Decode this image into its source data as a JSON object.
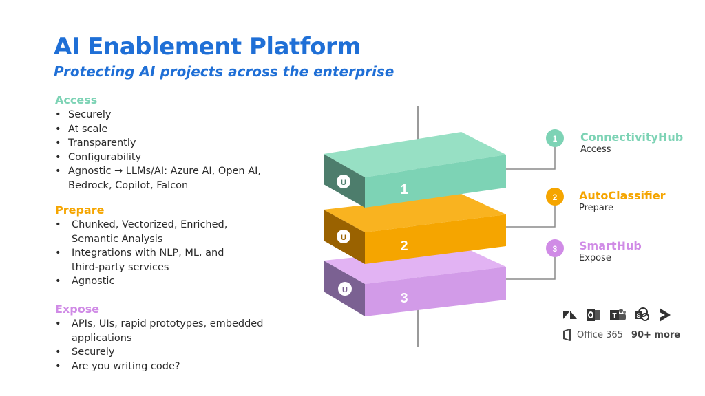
{
  "header": {
    "title": "AI Enablement Platform",
    "subtitle": "Protecting AI projects across the enterprise"
  },
  "sections": {
    "access": {
      "heading": "Access",
      "color": "#7dd3b5",
      "items": [
        "Securely",
        "At scale",
        "Transparently",
        "Configurability",
        "Agnostic → LLMs/AI: Azure AI, Open AI,",
        "Bedrock, Copilot, Falcon"
      ]
    },
    "prepare": {
      "heading": "Prepare",
      "color": "#f5a500",
      "items": [
        "Chunked, Vectorized, Enriched,",
        "Semantic Analysis",
        "Integrations with NLP, ML, and",
        "third-party services",
        "Agnostic"
      ]
    },
    "expose": {
      "heading": "Expose",
      "color": "#d08be6",
      "items": [
        "APIs, UIs, rapid prototypes, embedded",
        "applications",
        "Securely",
        "Are you writing code?"
      ]
    }
  },
  "layers": [
    {
      "number": "1",
      "name": "ConnectivityHub",
      "sub": "Access",
      "color": "#7dd3b5"
    },
    {
      "number": "2",
      "name": "AutoClassifier",
      "sub": "Prepare",
      "color": "#f5a500"
    },
    {
      "number": "3",
      "name": "SmartHub",
      "sub": "Expose",
      "color": "#d08be6"
    }
  ],
  "logo_glyph": "U",
  "integrations": {
    "icons": [
      "zendesk-icon",
      "outlook-icon",
      "teams-icon",
      "sharepoint-icon",
      "dynamics-icon"
    ],
    "office365_label": "Office 365",
    "more_label": "90+ more"
  }
}
